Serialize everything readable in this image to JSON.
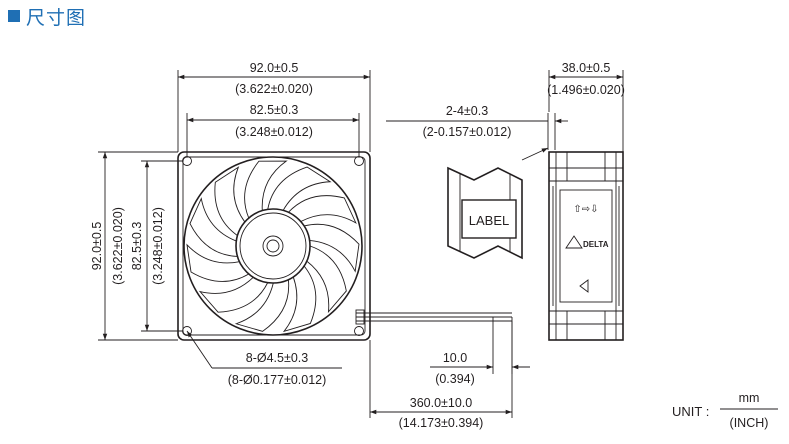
{
  "header": {
    "title": "尺寸图"
  },
  "front_view": {
    "overall_width_mm": "92.0±0.5",
    "overall_width_in": "(3.622±0.020)",
    "hole_pitch_mm": "82.5±0.3",
    "hole_pitch_in": "(3.248±0.012)",
    "overall_height_mm": "92.0±0.5",
    "overall_height_in": "(3.622±0.020)",
    "hole_pitch_v_mm": "82.5±0.3",
    "hole_pitch_v_in": "(3.248±0.012)",
    "holes_mm": "8-Ø4.5±0.3",
    "holes_in": "(8-Ø0.177±0.012)"
  },
  "side_view": {
    "depth_mm": "38.0±0.5",
    "depth_in": "(1.496±0.020)",
    "label_mm": "2-4±0.3",
    "label_in": "(2-0.157±0.012)",
    "label_text": "LABEL",
    "brand_text": "DELTA",
    "flow_arrows": "⇧⇨⇩"
  },
  "lead_wire": {
    "strip_mm": "10.0",
    "strip_in": "(0.394)",
    "length_mm": "360.0±10.0",
    "length_in": "(14.173±0.394)"
  },
  "unit": {
    "label": "UNIT :",
    "top": "mm",
    "bottom": "(INCH)"
  },
  "colors": {
    "accent": "#1f6fb4",
    "line": "#231f20"
  }
}
